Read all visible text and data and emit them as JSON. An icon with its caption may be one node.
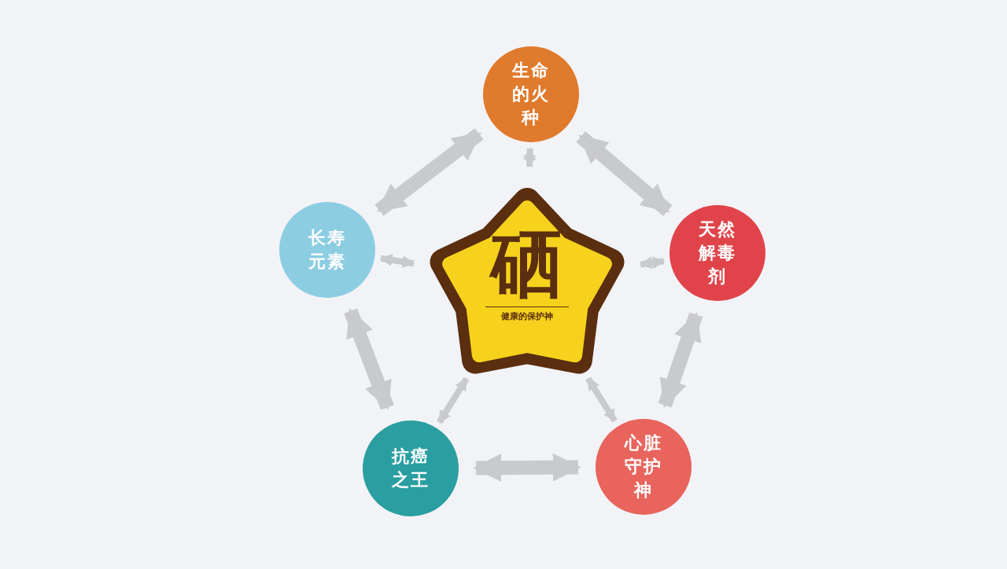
{
  "diagram": {
    "nodes": [
      {
        "text": [
          "硒",
          "健康的保护神"
        ]
      },
      {
        "text": [
          "生命的火种"
        ]
      },
      {
        "text": [
          "天然解毒剂"
        ]
      },
      {
        "text": [
          "心脏守护神"
        ]
      },
      {
        "text": [
          "抗癌之王"
        ]
      },
      {
        "text": [
          "长寿元素"
        ]
      }
    ],
    "edges": [
      {
        "from": 0,
        "to": 1,
        "arrow": "both"
      },
      {
        "from": 0,
        "to": 2,
        "arrow": "both"
      },
      {
        "from": 0,
        "to": 3,
        "arrow": "both"
      },
      {
        "from": 0,
        "to": 4,
        "arrow": "both"
      },
      {
        "from": 0,
        "to": 5,
        "arrow": "both"
      },
      {
        "from": 1,
        "to": 2,
        "arrow": "both",
        "style": "thick"
      },
      {
        "from": 2,
        "to": 3,
        "arrow": "both",
        "style": "thick"
      },
      {
        "from": 3,
        "to": 4,
        "arrow": "both",
        "style": "thick"
      },
      {
        "from": 4,
        "to": 5,
        "arrow": "both",
        "style": "thick"
      },
      {
        "from": 5,
        "to": 1,
        "arrow": "both",
        "style": "thick"
      }
    ]
  }
}
